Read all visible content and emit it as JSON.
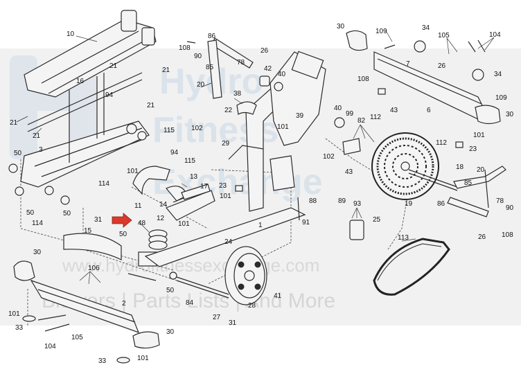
{
  "diagram": {
    "type": "exploded-parts-diagram",
    "callouts": [
      {
        "id": "c10",
        "text": "10"
      },
      {
        "id": "c21a",
        "text": "21"
      },
      {
        "id": "c21b",
        "text": "21"
      },
      {
        "id": "c16",
        "text": "16"
      },
      {
        "id": "c94a",
        "text": "94"
      },
      {
        "id": "c21c",
        "text": "21"
      },
      {
        "id": "c21d",
        "text": "21"
      },
      {
        "id": "c21e",
        "text": "21"
      },
      {
        "id": "c50a",
        "text": "50"
      },
      {
        "id": "c3",
        "text": "3"
      },
      {
        "id": "c115a",
        "text": "115"
      },
      {
        "id": "c94b",
        "text": "94"
      },
      {
        "id": "c115b",
        "text": "115"
      },
      {
        "id": "c101a",
        "text": "101"
      },
      {
        "id": "c114a",
        "text": "114"
      },
      {
        "id": "c11",
        "text": "11"
      },
      {
        "id": "c13",
        "text": "13"
      },
      {
        "id": "c50b",
        "text": "50"
      },
      {
        "id": "c50c",
        "text": "50"
      },
      {
        "id": "c114b",
        "text": "114"
      },
      {
        "id": "c14",
        "text": "14"
      },
      {
        "id": "c17",
        "text": "17"
      },
      {
        "id": "c12",
        "text": "12"
      },
      {
        "id": "c101b",
        "text": "101"
      },
      {
        "id": "c86a",
        "text": "86"
      },
      {
        "id": "c108a",
        "text": "108"
      },
      {
        "id": "c90a",
        "text": "90"
      },
      {
        "id": "c85a",
        "text": "85"
      },
      {
        "id": "c26a",
        "text": "26"
      },
      {
        "id": "c78a",
        "text": "78"
      },
      {
        "id": "c42",
        "text": "42"
      },
      {
        "id": "c40a",
        "text": "40"
      },
      {
        "id": "c20a",
        "text": "20"
      },
      {
        "id": "c38",
        "text": "38"
      },
      {
        "id": "c22",
        "text": "22"
      },
      {
        "id": "c102a",
        "text": "102"
      },
      {
        "id": "c29",
        "text": "29"
      },
      {
        "id": "c39",
        "text": "39"
      },
      {
        "id": "c101c",
        "text": "101"
      },
      {
        "id": "c40b",
        "text": "40"
      },
      {
        "id": "c99",
        "text": "99"
      },
      {
        "id": "c82",
        "text": "82"
      },
      {
        "id": "c43a",
        "text": "43"
      },
      {
        "id": "c102b",
        "text": "102"
      },
      {
        "id": "c43b",
        "text": "43"
      },
      {
        "id": "c23a",
        "text": "23"
      },
      {
        "id": "c101d",
        "text": "101"
      },
      {
        "id": "c88",
        "text": "88"
      },
      {
        "id": "c89",
        "text": "89"
      },
      {
        "id": "c91",
        "text": "91"
      },
      {
        "id": "c1",
        "text": "1"
      },
      {
        "id": "c93",
        "text": "93"
      },
      {
        "id": "c25",
        "text": "25"
      },
      {
        "id": "c30a",
        "text": "30"
      },
      {
        "id": "c109a",
        "text": "109"
      },
      {
        "id": "c34a",
        "text": "34"
      },
      {
        "id": "c105a",
        "text": "105"
      },
      {
        "id": "c104a",
        "text": "104"
      },
      {
        "id": "c7",
        "text": "7"
      },
      {
        "id": "c26b",
        "text": "26"
      },
      {
        "id": "c108b",
        "text": "108"
      },
      {
        "id": "c34b",
        "text": "34"
      },
      {
        "id": "c109b",
        "text": "109"
      },
      {
        "id": "c112a",
        "text": "112"
      },
      {
        "id": "c6",
        "text": "6"
      },
      {
        "id": "c30b",
        "text": "30"
      },
      {
        "id": "c101e",
        "text": "101"
      },
      {
        "id": "c112b",
        "text": "112"
      },
      {
        "id": "c23b",
        "text": "23"
      },
      {
        "id": "c18",
        "text": "18"
      },
      {
        "id": "c20b",
        "text": "20"
      },
      {
        "id": "c85b",
        "text": "85"
      },
      {
        "id": "c86b",
        "text": "86"
      },
      {
        "id": "c78b",
        "text": "78"
      },
      {
        "id": "c90b",
        "text": "90"
      },
      {
        "id": "c19",
        "text": "19"
      },
      {
        "id": "c26c",
        "text": "26"
      },
      {
        "id": "c108c",
        "text": "108"
      },
      {
        "id": "c31a",
        "text": "31"
      },
      {
        "id": "c48",
        "text": "48"
      },
      {
        "id": "c15",
        "text": "15"
      },
      {
        "id": "c50d",
        "text": "50"
      },
      {
        "id": "c30c",
        "text": "30"
      },
      {
        "id": "c106",
        "text": "106"
      },
      {
        "id": "c101f",
        "text": "101"
      },
      {
        "id": "c33a",
        "text": "33"
      },
      {
        "id": "c104b",
        "text": "104"
      },
      {
        "id": "c105b",
        "text": "105"
      },
      {
        "id": "c2",
        "text": "2"
      },
      {
        "id": "c30d",
        "text": "30"
      },
      {
        "id": "c33b",
        "text": "33"
      },
      {
        "id": "c101g",
        "text": "101"
      },
      {
        "id": "c24",
        "text": "24"
      },
      {
        "id": "c50e",
        "text": "50"
      },
      {
        "id": "c84",
        "text": "84"
      },
      {
        "id": "c28",
        "text": "28"
      },
      {
        "id": "c41",
        "text": "41"
      },
      {
        "id": "c27",
        "text": "27"
      },
      {
        "id": "c31b",
        "text": "31"
      },
      {
        "id": "c113",
        "text": "113"
      }
    ]
  },
  "watermark": {
    "brand_line1": "Hydro",
    "brand_line2": "Fitness",
    "brand_line3": "Exchange",
    "url": "www.hydrofitnessexchange.com",
    "tagline": "Blowers | Parts Lists | And More"
  },
  "colors": {
    "highlight_arrow": "#d93a2b",
    "watermark_band": "#e6e6e6",
    "line": "#2a2a2a"
  }
}
